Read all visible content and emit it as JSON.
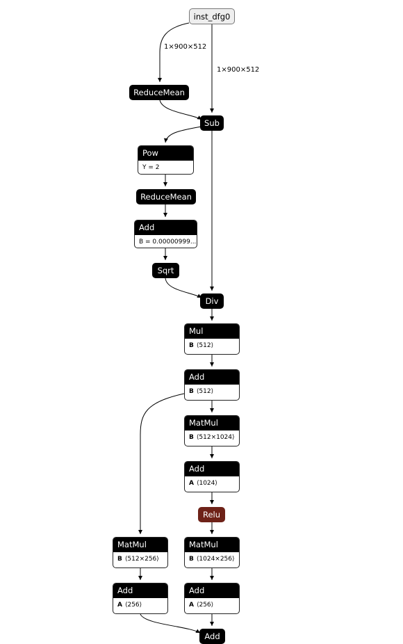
{
  "input": {
    "name": "inst_dfg0"
  },
  "edge_labels": {
    "left_shape": "1×900×512",
    "right_shape": "1×900×512"
  },
  "nodes": {
    "reducemean1": {
      "label": "ReduceMean"
    },
    "sub": {
      "label": "Sub"
    },
    "pow": {
      "label": "Pow",
      "attr": "Y = 2"
    },
    "reducemean2": {
      "label": "ReduceMean"
    },
    "add_eps": {
      "label": "Add",
      "attr": "B = 0.00000999..."
    },
    "sqrt": {
      "label": "Sqrt"
    },
    "div": {
      "label": "Div"
    },
    "mul": {
      "label": "Mul",
      "attr_key": "B",
      "attr_val": "⟨512⟩"
    },
    "add1": {
      "label": "Add",
      "attr_key": "B",
      "attr_val": "⟨512⟩"
    },
    "matmul1": {
      "label": "MatMul",
      "attr_key": "B",
      "attr_val": "⟨512×1024⟩"
    },
    "add2": {
      "label": "Add",
      "attr_key": "A",
      "attr_val": "⟨1024⟩"
    },
    "relu": {
      "label": "Relu"
    },
    "matmul_left": {
      "label": "MatMul",
      "attr_key": "B",
      "attr_val": "⟨512×256⟩"
    },
    "add_left": {
      "label": "Add",
      "attr_key": "A",
      "attr_val": "⟨256⟩"
    },
    "matmul_right": {
      "label": "MatMul",
      "attr_key": "B",
      "attr_val": "⟨1024×256⟩"
    },
    "add_right": {
      "label": "Add",
      "attr_key": "A",
      "attr_val": "⟨256⟩"
    },
    "add_final": {
      "label": "Add"
    }
  },
  "colors": {
    "op": "#000000",
    "relu": "#6e2218",
    "input_fill": "#eeeeee",
    "edge": "#000000"
  }
}
